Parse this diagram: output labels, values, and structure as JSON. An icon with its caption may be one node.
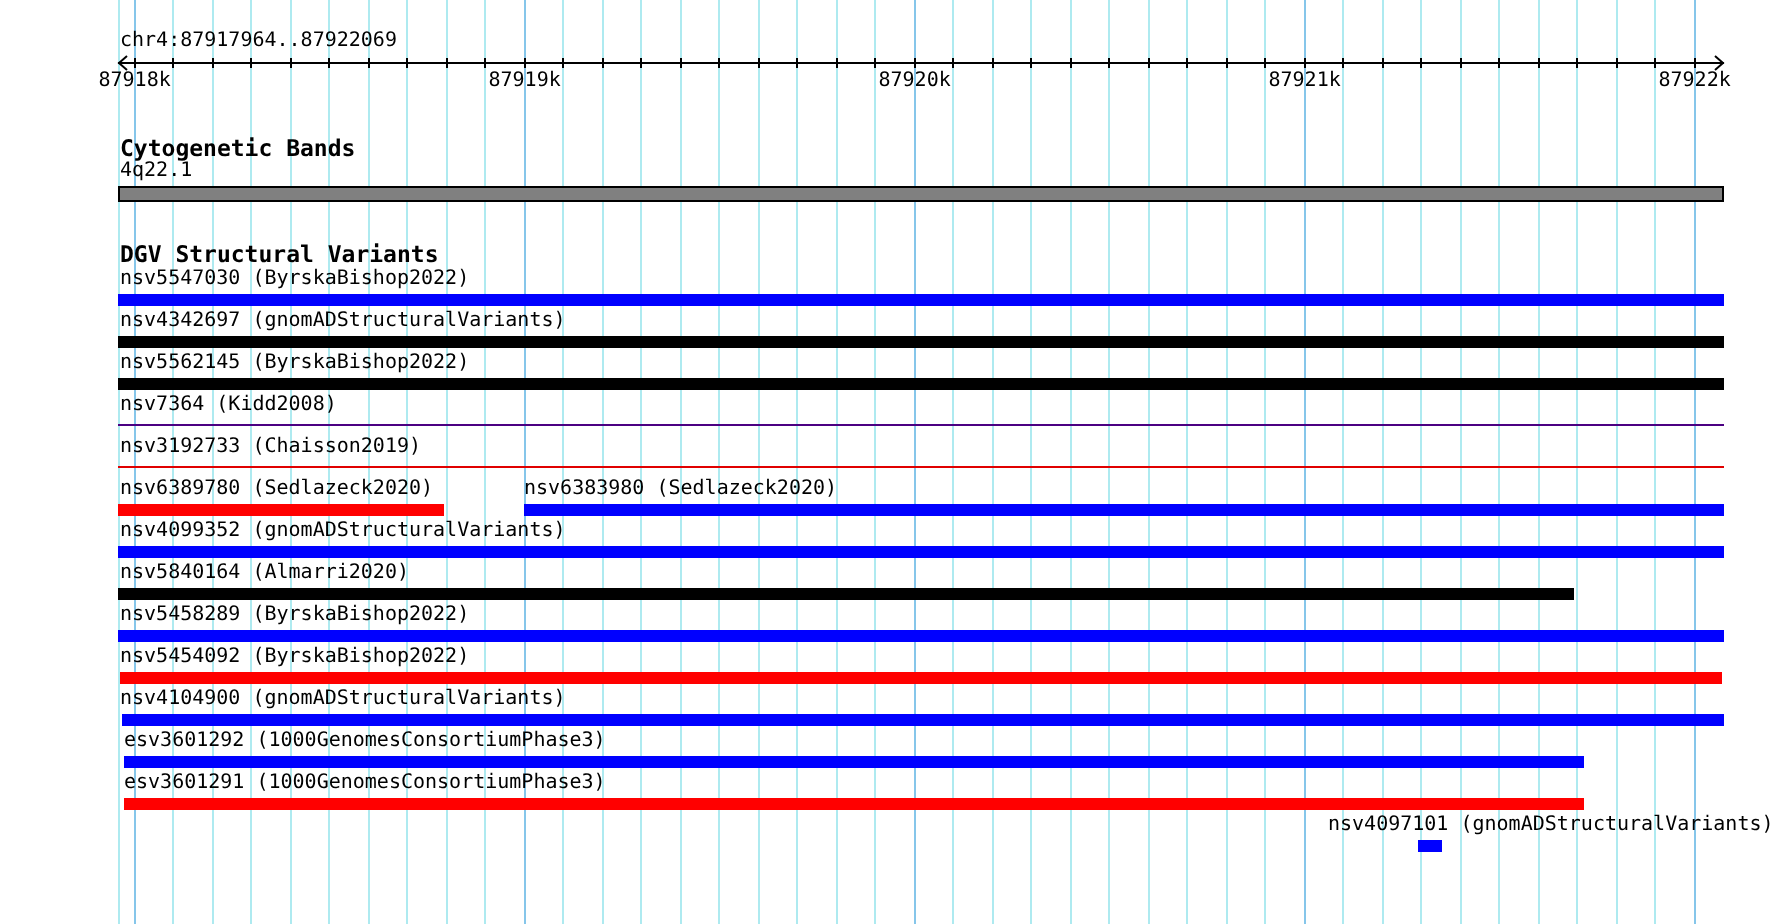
{
  "diagram": {
    "nodes": [
      {
        "text": [
          "4q22.1"
        ]
      },
      {
        "text": [
          "nsv5547030 (ByrskaBishop2022)"
        ]
      },
      {
        "text": [
          "nsv4342697 (gnomADStructuralVariants)"
        ]
      },
      {
        "text": [
          "nsv5562145 (ByrskaBishop2022)"
        ]
      },
      {
        "text": [
          "nsv7364 (Kidd2008)"
        ]
      },
      {
        "text": [
          "nsv3192733 (Chaisson2019)"
        ]
      },
      {
        "text": [
          "nsv6389780 (Sedlazeck2020)"
        ]
      },
      {
        "text": [
          "nsv6383980 (Sedlazeck2020)"
        ]
      },
      {
        "text": [
          "nsv4099352 (gnomADStructuralVariants)"
        ]
      },
      {
        "text": [
          "nsv5840164 (Almarri2020)"
        ]
      },
      {
        "text": [
          "nsv5458289 (ByrskaBishop2022)"
        ]
      },
      {
        "text": [
          "nsv5454092 (ByrskaBishop2022)"
        ]
      },
      {
        "text": [
          "nsv4104900 (gnomADStructuralVariants)"
        ]
      },
      {
        "text": [
          "esv3601292 (1000GenomesConsortiumPhase3)"
        ]
      },
      {
        "text": [
          "esv3601291 (1000GenomesConsortiumPhase3)"
        ]
      },
      {
        "text": [
          "nsv4097101 (gnomADStructuralVariants)"
        ]
      }
    ],
    "labels": [
      "chr4:87917964..87922069",
      "87918k",
      "87919k",
      "87920k",
      "87921k",
      "87922k",
      "Cytogenetic Bands",
      "DGV Structural Variants"
    ]
  }
}
